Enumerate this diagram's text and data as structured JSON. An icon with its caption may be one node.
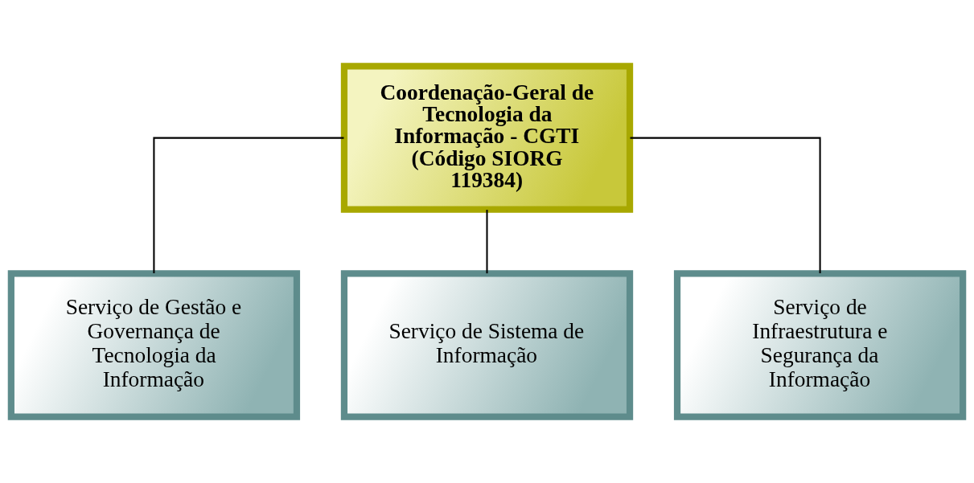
{
  "diagram": {
    "nodes": [
      {
        "text": [
          "Coordenação-Geral de Tecnologia da Informação - CGTI (Código SIORG 119384)"
        ]
      },
      {
        "text": [
          "Serviço de Gestão e Governança de Tecnologia da Informação"
        ]
      },
      {
        "text": [
          "Serviço de Sistema de Informação"
        ]
      },
      {
        "text": [
          "Serviço de Infraestrutura e Segurança da Informação"
        ]
      }
    ],
    "edges": [
      {
        "from": 0,
        "to": 1,
        "arrow": "none"
      },
      {
        "from": 0,
        "to": 2,
        "arrow": "none"
      },
      {
        "from": 0,
        "to": 3,
        "arrow": "none"
      }
    ]
  }
}
